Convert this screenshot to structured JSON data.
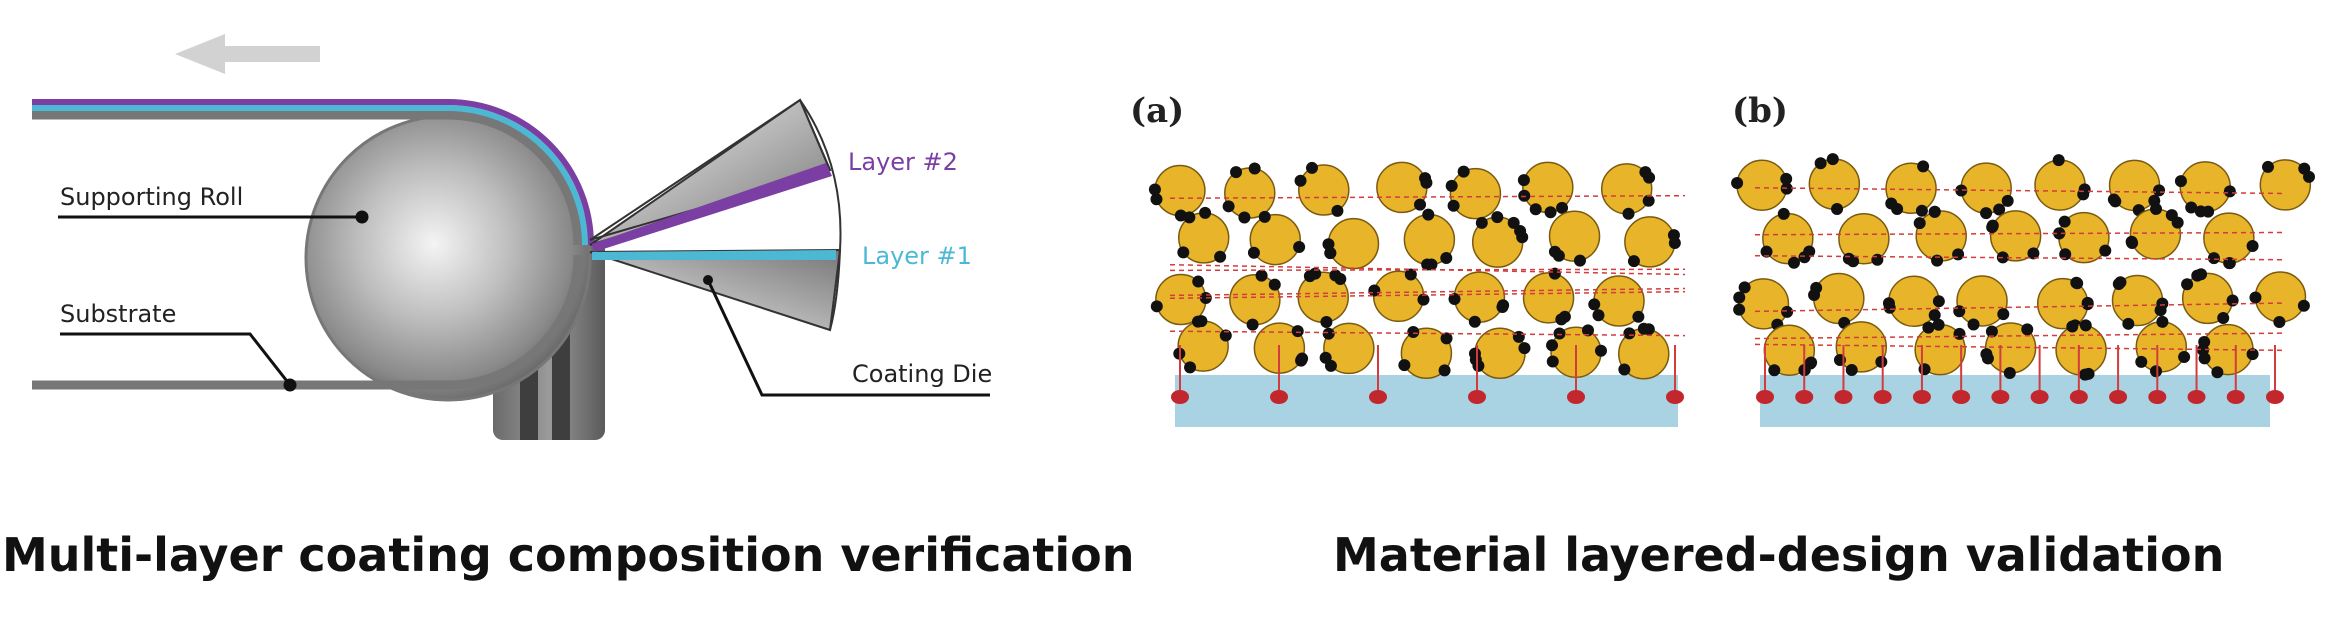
{
  "left_diagram": {
    "labels": {
      "supporting_roll": "Supporting Roll",
      "substrate": "Substrate",
      "layer2": "Layer #2",
      "layer1": "Layer #1",
      "coating_die": "Coating Die"
    },
    "colors": {
      "layer2": "#7b3fa3",
      "layer1": "#4db8d4",
      "arrow": "#d0d0d0",
      "roll": "#a8a8a8",
      "substrate": "#777777"
    }
  },
  "right_diagram": {
    "panel_a_label": "(a)",
    "panel_b_label": "(b)",
    "colors": {
      "particle": "#e8b52a",
      "particle_outline": "#7a5a10",
      "binder": "#111111",
      "substrate": "#a9d3e3",
      "anchor": "#c1272d",
      "link": "#d23c3c"
    }
  },
  "captions": {
    "left": "Multi-layer coating composition verification",
    "right": "Material layered-design validation"
  }
}
